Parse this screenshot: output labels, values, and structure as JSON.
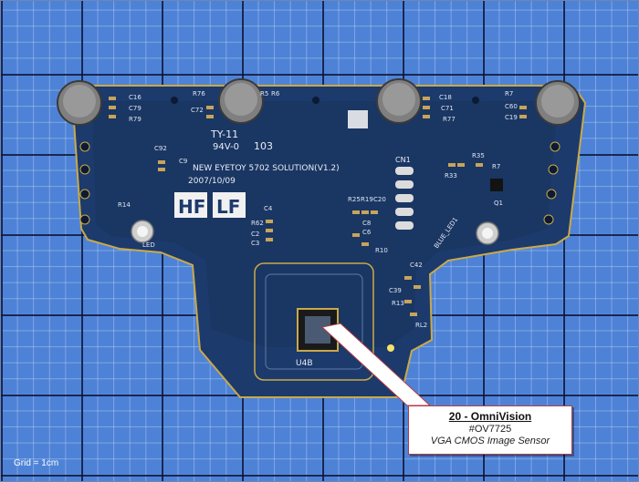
{
  "photo": {
    "subject": "pcb-camera-board",
    "colors": {
      "background": "#4e82d6",
      "board": "#1c3a6b",
      "silkscreen": "#e9edf5",
      "gold_pad": "#d8b45a",
      "callout_border": "#b23a48"
    }
  },
  "silkscreen": {
    "board_model": "TY-11",
    "ul_mark": "94V-0",
    "date_code": "103",
    "title_line": "NEW EYETOY 5702 SOLUTION(V1.2)",
    "date": "2007/10/09",
    "logo_left": "HF",
    "logo_right": "LF",
    "chip_ref": "U4B",
    "connector": "CN1",
    "led_label": "BLUE_LED1",
    "ref_labels": [
      "C16",
      "C79",
      "R79",
      "R76",
      "C72",
      "R5",
      "R6",
      "C18",
      "C71",
      "R77",
      "R7",
      "C60",
      "C19",
      "C92",
      "C9",
      "R14",
      "C4",
      "R62",
      "C2",
      "C3",
      "R25",
      "R19",
      "C20",
      "C8",
      "C6",
      "R10",
      "R33",
      "R35",
      "R7",
      "Q1",
      "C42",
      "C39",
      "R13",
      "RL2",
      "LED"
    ]
  },
  "annotation": {
    "title": "20 - OmniVision",
    "part_number": "#OV7725",
    "description": "VGA CMOS Image Sensor"
  },
  "footer": {
    "grid_label": "Grid = 1cm"
  }
}
